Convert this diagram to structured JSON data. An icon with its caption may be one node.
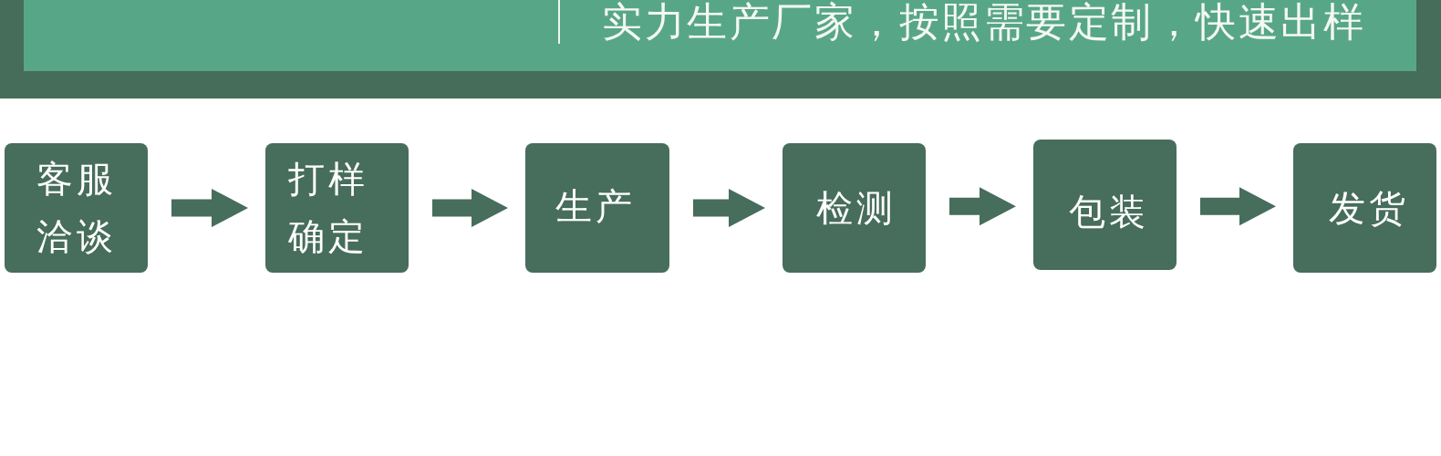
{
  "diagram": {
    "nodes": [
      {
        "text": [
          "实力生产厂家，按照需要定制，快速出样"
        ]
      },
      {
        "text": [
          "客服洽谈"
        ]
      },
      {
        "text": [
          "打样确定"
        ]
      },
      {
        "text": [
          "生产"
        ]
      },
      {
        "text": [
          "检测"
        ]
      },
      {
        "text": [
          "包装"
        ]
      },
      {
        "text": [
          "发货"
        ]
      }
    ],
    "edges": [
      {
        "from": 1,
        "to": 2,
        "arrow": "to"
      },
      {
        "from": 2,
        "to": 3,
        "arrow": "to"
      },
      {
        "from": 3,
        "to": 4,
        "arrow": "to"
      },
      {
        "from": 4,
        "to": 5,
        "arrow": "to"
      },
      {
        "from": 5,
        "to": 6,
        "arrow": "to"
      }
    ]
  }
}
